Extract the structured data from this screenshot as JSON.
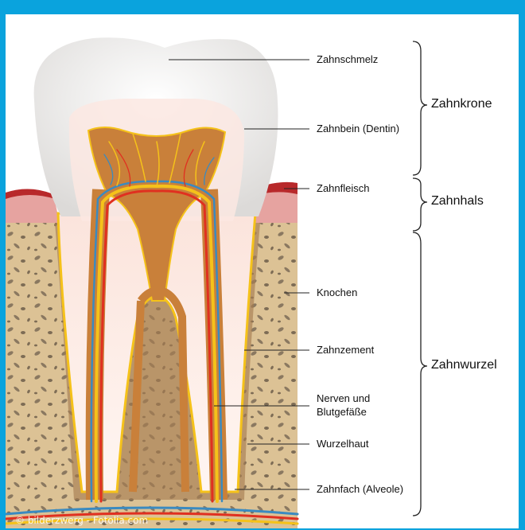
{
  "labels": {
    "enamel": "Zahnschmelz",
    "dentin": "Zahnbein (Dentin)",
    "gum": "Zahnfleisch",
    "bone": "Knochen",
    "cementum": "Zahnzement",
    "nerves_line1": "Nerven und",
    "nerves_line2": "Blutgefäße",
    "root_membrane": "Wurzelhaut",
    "socket": "Zahnfach (Alveole)"
  },
  "groups": {
    "crown": "Zahnkrone",
    "neck": "Zahnhals",
    "root": "Zahnwurzel"
  },
  "credit": "© bilderzwerg - Fotolia.com",
  "colors": {
    "frame": "#0aa3dd",
    "enamel": "#f4f2f0",
    "dentin": "#fbe6e0",
    "pulp": "#c9803a",
    "gum": "#e6a3a0",
    "bone": "#dcc295",
    "nerve": "#f5c21a",
    "artery": "#e03020",
    "vein": "#3a8ac0"
  }
}
